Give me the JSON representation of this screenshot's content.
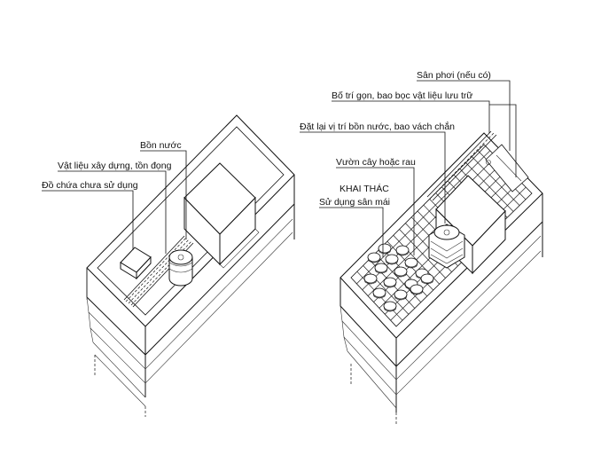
{
  "left_labels": {
    "tank": "Bồn nước",
    "materials": "Vật liệu xây dựng, tồn đọng",
    "unused": "Đồ chứa chưa sử dụng"
  },
  "right_labels": {
    "drying": "Sân phơi (nếu có)",
    "storage": "Bố trí gọn, bao bọc vật liệu lưu trữ",
    "relocate": "Đặt lại vị trí bồn nước, bao vách chắn",
    "garden": "Vườn cây hoặc rau",
    "exploit": "KHAI THÁC",
    "roof_use": "Sử dụng sân mái"
  }
}
